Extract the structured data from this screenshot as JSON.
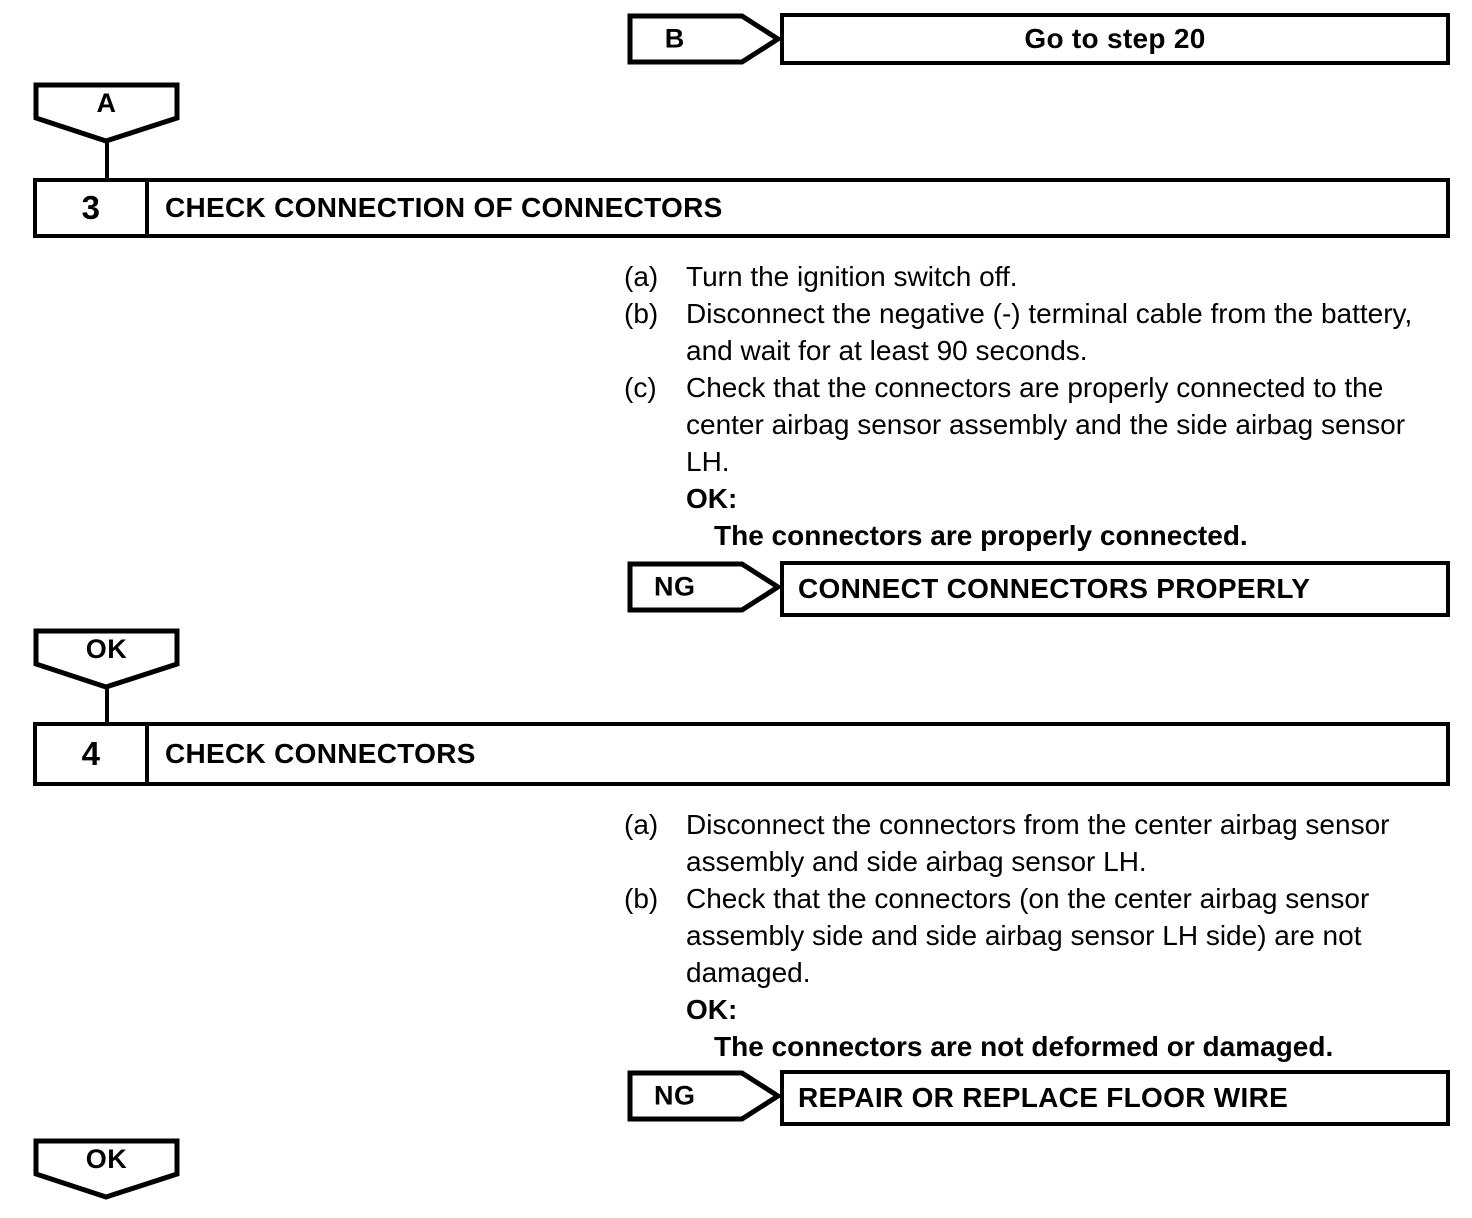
{
  "document": {
    "type": "diagnostic-troubleshooting-flowchart",
    "subject": "center airbag sensor assembly / side airbag sensor LH"
  },
  "connectors": {
    "b_tag": "B",
    "a_tag": "A",
    "ok_tag": "OK",
    "ng_tag": "NG"
  },
  "goto_box": {
    "label": "Go to step 20"
  },
  "steps": [
    {
      "number": "3",
      "title": "CHECK CONNECTION OF CONNECTORS",
      "instructions": [
        {
          "marker": "(a)",
          "text": "Turn the ignition switch off."
        },
        {
          "marker": "(b)",
          "text": "Disconnect the negative (-) terminal cable from the battery, and wait for at least 90 seconds."
        },
        {
          "marker": "(c)",
          "text": "Check that the connectors are properly connected to the center airbag sensor assembly and the side airbag sensor LH."
        }
      ],
      "ok_label": "OK:",
      "ok_value": "The connectors are properly connected.",
      "ng_tag": "NG",
      "ng_action": "CONNECT CONNECTORS PROPERLY",
      "ok_exit_tag": "OK"
    },
    {
      "number": "4",
      "title": "CHECK CONNECTORS",
      "instructions": [
        {
          "marker": "(a)",
          "text": "Disconnect the connectors from the center airbag sensor assembly and side airbag sensor LH."
        },
        {
          "marker": "(b)",
          "text": "Check that the connectors (on the center airbag sensor assembly side and side airbag sensor LH side) are not damaged."
        }
      ],
      "ok_label": "OK:",
      "ok_value": "The connectors are not deformed or damaged.",
      "ng_tag": "NG",
      "ng_action": "REPAIR OR REPLACE FLOOR WIRE",
      "ok_exit_tag": "OK"
    }
  ],
  "colors": {
    "ink": "#000000",
    "paper": "#ffffff"
  }
}
